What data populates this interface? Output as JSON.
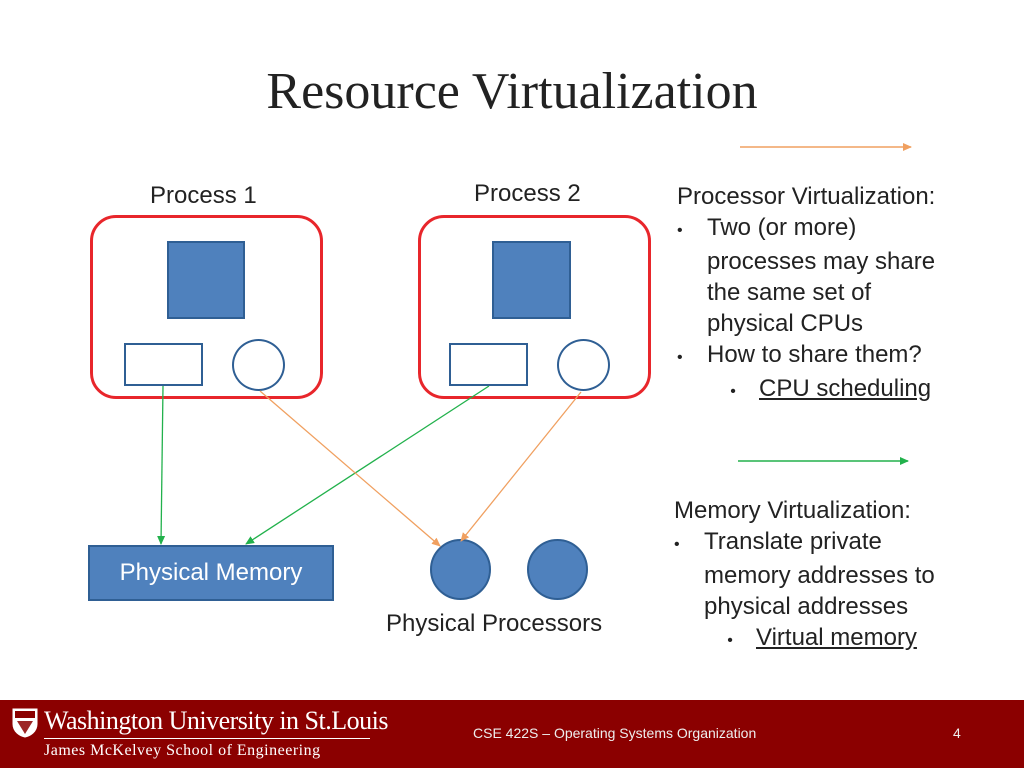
{
  "slide": {
    "title": "Resource Virtualization",
    "page_number": "4"
  },
  "process1": {
    "label": "Process 1"
  },
  "process2": {
    "label": "Process 2"
  },
  "physical_memory": {
    "label": "Physical Memory"
  },
  "physical_processors": {
    "label": "Physical Processors"
  },
  "processor_virtualization": {
    "heading": "Processor Virtualization:",
    "bullets": [
      "Two (or more)",
      "processes may share",
      "the same set of",
      "physical CPUs",
      "How to share them?"
    ],
    "sub_bullet": "CPU scheduling",
    "legend_color": "#f0a060"
  },
  "memory_virtualization": {
    "heading": "Memory Virtualization:",
    "bullets": [
      "Translate private",
      "memory addresses to",
      "physical addresses"
    ],
    "sub_bullet": "Virtual memory",
    "legend_color": "#22b14c"
  },
  "footer": {
    "university": "Washington University in St.Louis",
    "school": "James McKelvey School of Engineering",
    "course": "CSE 422S – Operating Systems Organization",
    "accent_color": "#8b0000"
  }
}
